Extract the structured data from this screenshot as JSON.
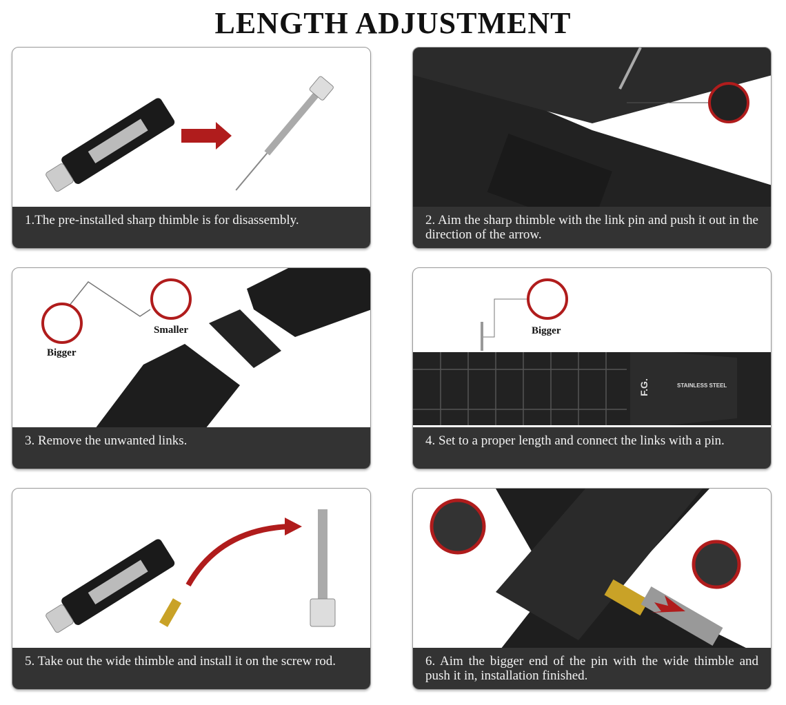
{
  "title": "LENGTH ADJUSTMENT",
  "steps": [
    {
      "caption": "1.The pre-installed sharp thimble is for disassembly."
    },
    {
      "caption": "2. Aim the sharp thimble with the link pin and push it out in the direction of the arrow."
    },
    {
      "caption": "3. Remove the unwanted links.",
      "labels": {
        "bigger": "Bigger",
        "smaller": "Smaller"
      }
    },
    {
      "caption": "4. Set to a proper length and connect the links with a pin.",
      "labels": {
        "bigger": "Bigger"
      },
      "clasp_brand": "F.G.",
      "clasp_text": "STAINLESS STEEL"
    },
    {
      "caption": "5. Take out the wide thimble and install it on the screw rod."
    },
    {
      "caption": "6. Aim the bigger end of the pin with the wide thimble and push it in, installation finished."
    }
  ],
  "colors": {
    "accent": "#b01c1c",
    "caption_bg": "#333333"
  }
}
